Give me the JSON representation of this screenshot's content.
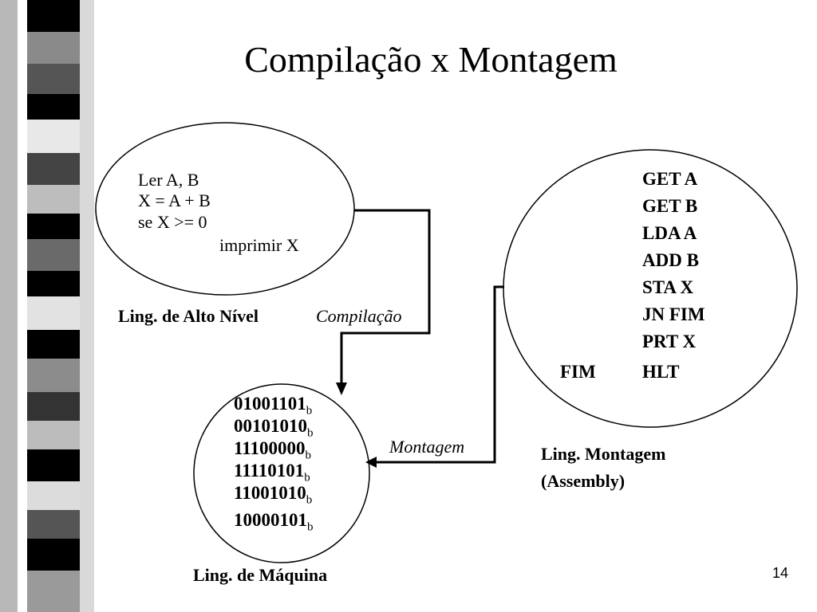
{
  "title": "Compilação x Montagem",
  "high_level": {
    "lines": [
      "Ler A, B",
      "X = A + B",
      "se X >= 0",
      "imprimir X"
    ],
    "caption": "Ling. de Alto Nível"
  },
  "assembly": {
    "label": "FIM",
    "instructions": [
      "GET A",
      "GET B",
      "LDA A",
      "ADD B",
      "STA X",
      "JN FIM",
      "PRT X",
      "HLT"
    ],
    "caption_line1": "Ling. Montagem",
    "caption_line2": "(Assembly)"
  },
  "machine": {
    "words": [
      "01001101",
      "00101010",
      "11100000",
      "11110101",
      "11001010",
      "10000101"
    ],
    "suffix": "b",
    "caption": "Ling. de Máquina"
  },
  "arrows": {
    "compile_label": "Compilação",
    "assemble_label": "Montagem"
  },
  "page_number": "14"
}
